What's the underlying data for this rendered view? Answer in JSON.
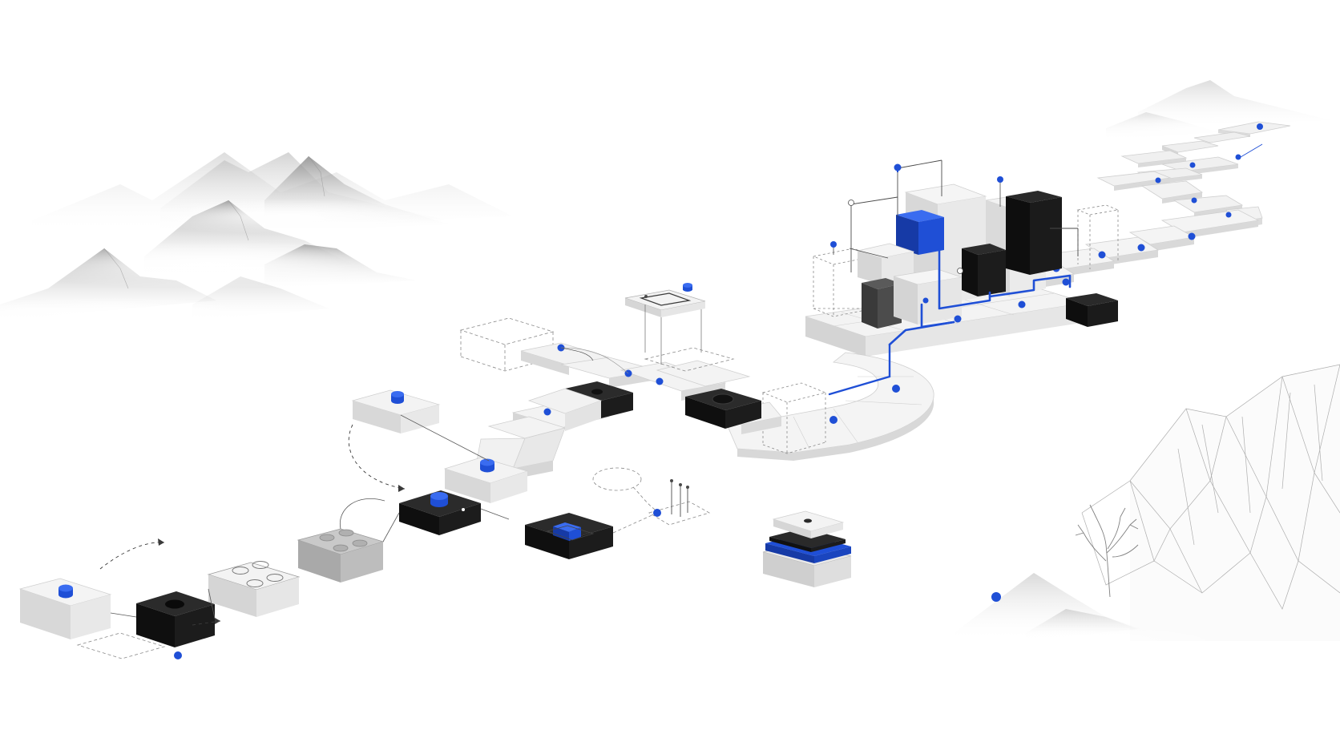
{
  "image": {
    "description_visible_text": "",
    "colors": {
      "background": "#ffffff",
      "accent_blue": "#1f4fd6",
      "accent_blue_dark": "#163aa6",
      "block_white_top": "#f4f4f4",
      "block_white_left": "#d9d9d9",
      "block_white_right": "#e8e8e8",
      "block_black_top": "#2a2a2a",
      "block_black_left": "#0e0e0e",
      "block_black_right": "#1b1b1b",
      "block_gray_top": "#cfcfcf",
      "mist_gray": "#9a9a9a",
      "line_gray": "#6f6f6f"
    },
    "elements": {
      "mountains_left": "misty-mountains-illustration",
      "mountains_right": "wireframe-mountains-illustration",
      "pipeline": "isometric-module-pipeline",
      "structure": "isometric-cube-structure",
      "tree": "bare-branch-tree"
    }
  }
}
